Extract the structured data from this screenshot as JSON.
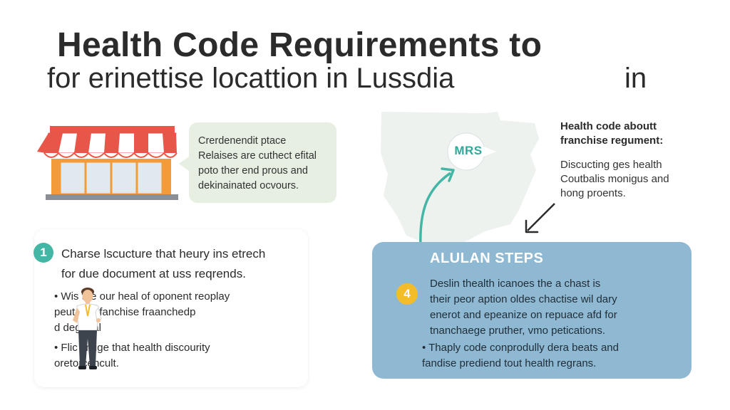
{
  "title": {
    "line1": "Health Code Requirements to",
    "line2": "for erinettise locattion in Lussdia",
    "line2_tail": "in"
  },
  "speech_bubble": {
    "lines": [
      "Crerdenendit ptace",
      "Relaises are cuthect efital",
      "poto ther end prous and",
      "dekinainated ocvours."
    ]
  },
  "map_marker": {
    "label": "MRS"
  },
  "info": {
    "heading": [
      "Health code aboutt",
      "franchise regument:"
    ],
    "body": [
      "Discucting ges health",
      "Coutbalis monigus and",
      "hong proents."
    ]
  },
  "left_card": {
    "step_number": "1",
    "step_lines": [
      "Charse lscucture that heury ins etrech",
      "for due document at uss reqrends."
    ],
    "bullet1_lines": [
      "• Wis    the our heal of oponent reoplay",
      "              peut siss fanchise fraanchedp",
      "              d deganal"
    ],
    "bullet2_lines": [
      "• Flic    sntige that health discourity",
      "              oretorcencult."
    ]
  },
  "right_card": {
    "title": "ALULAN STEPS",
    "step_number": "4",
    "step_lines": [
      "Deslin thealth icanoes the a chast is",
      "their peor aption oldes chactise wil dary",
      "enerot and epeanize on repuace afd for",
      "tnanchaege pruther, vmo petications."
    ],
    "bullet_lines": [
      "• Thaply code conprodully dera beats and",
      "  fandise prediend tout health regrans."
    ]
  },
  "colors": {
    "teal": "#44b6a6",
    "card_blue": "#8fb9d2",
    "badge_yellow": "#f3bd2a",
    "bubble_green": "#e6efe1",
    "awning_red": "#e8564a",
    "store_orange": "#f39a3b"
  }
}
